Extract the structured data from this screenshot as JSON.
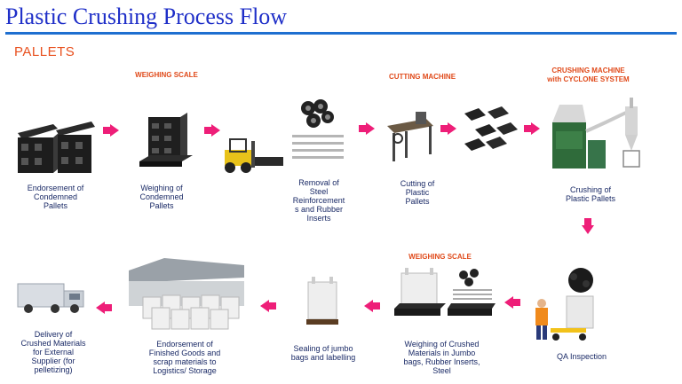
{
  "title": "Plastic Crushing Process Flow",
  "section": "PALLETS",
  "headers": {
    "weighing_scale_top": "WEIGHING SCALE",
    "cutting_machine": "CUTTING MACHINE",
    "crushing_machine_line1": "CRUSHING MACHINE",
    "crushing_machine_line2": "with CYCLONE SYSTEM",
    "weighing_scale_bottom": "WEIGHING SCALE"
  },
  "steps": {
    "s1": [
      "Endorsement of",
      "Condemned",
      "Pallets"
    ],
    "s2": [
      "Weighing of",
      "Condemned",
      "Pallets"
    ],
    "s3": [
      "Removal of",
      "Steel",
      "Reinforcement",
      "s and Rubber",
      "Inserts"
    ],
    "s4": [
      "Cutting of",
      "Plastic",
      "Pallets"
    ],
    "s5": [
      "Crushing of",
      "Plastic Pallets"
    ],
    "s6": [
      "QA Inspection"
    ],
    "s7": [
      "Weighing of Crushed",
      "Materials in Jumbo",
      "bags, Rubber Inserts,",
      "Steel"
    ],
    "s8": [
      "Sealing of jumbo",
      "bags and labelling"
    ],
    "s9": [
      "Endorsement of",
      "Finished Goods and",
      "scrap materials to",
      "Logistics/ Storage"
    ],
    "s10": [
      "Delivery of",
      "Crushed Materials",
      "for External",
      "Supplier (for",
      "pelletizing)"
    ]
  },
  "colors": {
    "title": "#1f2fc8",
    "rule": "#1e6fd0",
    "accent": "#e8501e",
    "arrow": "#ee1e78",
    "caption": "#1a2a66"
  }
}
